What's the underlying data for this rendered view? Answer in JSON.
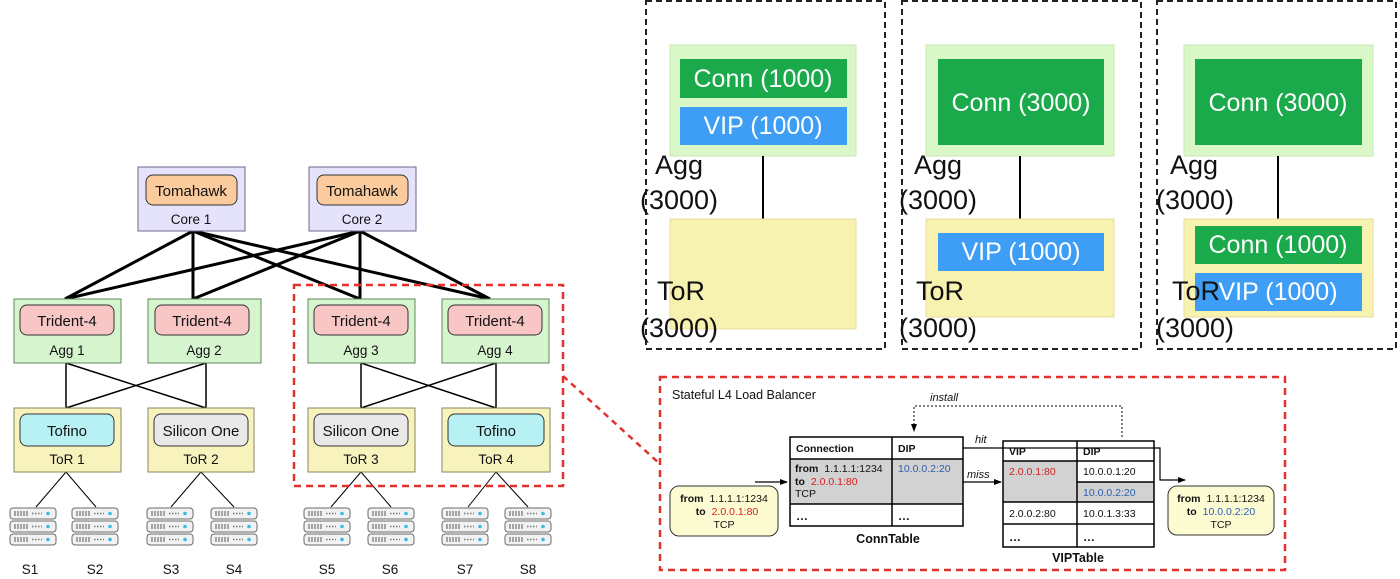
{
  "topology": {
    "cores": [
      {
        "chip": "Tomahawk",
        "name": "Core 1"
      },
      {
        "chip": "Tomahawk",
        "name": "Core 2"
      }
    ],
    "aggs": [
      {
        "chip": "Trident-4",
        "name": "Agg 1"
      },
      {
        "chip": "Trident-4",
        "name": "Agg 2"
      },
      {
        "chip": "Trident-4",
        "name": "Agg 3"
      },
      {
        "chip": "Trident-4",
        "name": "Agg 4"
      }
    ],
    "tors": [
      {
        "chip": "Tofino",
        "name": "ToR 1"
      },
      {
        "chip": "Silicon One",
        "name": "ToR 2"
      },
      {
        "chip": "Silicon One",
        "name": "ToR 3"
      },
      {
        "chip": "Tofino",
        "name": "ToR 4"
      }
    ],
    "servers": [
      "S1",
      "S2",
      "S3",
      "S4",
      "S5",
      "S6",
      "S7",
      "S8"
    ]
  },
  "placements": [
    {
      "agg_label": "Agg",
      "agg_capacity": "(3000)",
      "tor_label": "ToR",
      "tor_capacity": "(3000)",
      "agg_blocks": [
        {
          "text": "Conn (1000)",
          "kind": "conn"
        },
        {
          "text": "VIP (1000)",
          "kind": "vip"
        }
      ],
      "tor_blocks": []
    },
    {
      "agg_label": "Agg",
      "agg_capacity": "(3000)",
      "tor_label": "ToR",
      "tor_capacity": "(3000)",
      "agg_blocks": [
        {
          "text": "Conn (3000)",
          "kind": "conn"
        }
      ],
      "tor_blocks": [
        {
          "text": "VIP (1000)",
          "kind": "vip"
        }
      ]
    },
    {
      "agg_label": "Agg",
      "agg_capacity": "(3000)",
      "tor_label": "ToR",
      "tor_capacity": "(3000)",
      "agg_blocks": [
        {
          "text": "Conn (3000)",
          "kind": "conn"
        }
      ],
      "tor_blocks": [
        {
          "text": "Conn (1000)",
          "kind": "conn"
        },
        {
          "text": "VIP (1000)",
          "kind": "vip"
        }
      ]
    }
  ],
  "load_balancer": {
    "title": "Stateful L4 Load Balancer",
    "install_label": "install",
    "hit_label": "hit",
    "miss_label": "miss",
    "input_packet": {
      "from_label": "from",
      "from_addr": "1.1.1.1:1234",
      "to_label": "to",
      "to_addr": "2.0.0.1:80",
      "proto": "TCP"
    },
    "output_packet": {
      "from_label": "from",
      "from_addr": "1.1.1.1:1234",
      "to_label": "to",
      "to_addr": "10.0.0.2:20",
      "proto": "TCP"
    },
    "conn_table": {
      "caption": "ConnTable",
      "headers": [
        "Connection",
        "DIP"
      ],
      "row1": {
        "from_label": "from",
        "from_addr": "1.1.1.1:1234",
        "to_label": "to",
        "to_addr": "2.0.0.1:80",
        "proto": "TCP",
        "dip": "10.0.0.2:20"
      },
      "ellipsis": [
        "…",
        "…"
      ]
    },
    "vip_table": {
      "caption": "VIPTable",
      "headers": [
        "VIP",
        "DIP"
      ],
      "rows": [
        {
          "vip": "2.0.0.1:80",
          "dips": [
            "10.0.0.1:20",
            "10.0.0.2:20"
          ]
        },
        {
          "vip": "2.0.0.2:80",
          "dips": [
            "10.0.1.3:33"
          ]
        }
      ],
      "ellipsis": [
        "…",
        "…"
      ]
    }
  },
  "colors": {
    "core_fill": "#e5e3fb",
    "chip_core": "#fbcb9d",
    "agg_fill": "#d6f5cf",
    "chip_agg": "#f9c6c6",
    "tor_fill": "#f8f3bd",
    "chip_tofino": "#b8f1f4",
    "chip_silicon": "#e9e9e9",
    "conn": "#1aaa4b",
    "vip": "#3e9ef5",
    "agg_panel": "#d9f7c7",
    "tor_panel": "#f8f2b0",
    "red_dash": "#e0332e",
    "red_text": "#d21f1f",
    "blue_text": "#2a5db0",
    "shaded": "#d2d2d2"
  }
}
